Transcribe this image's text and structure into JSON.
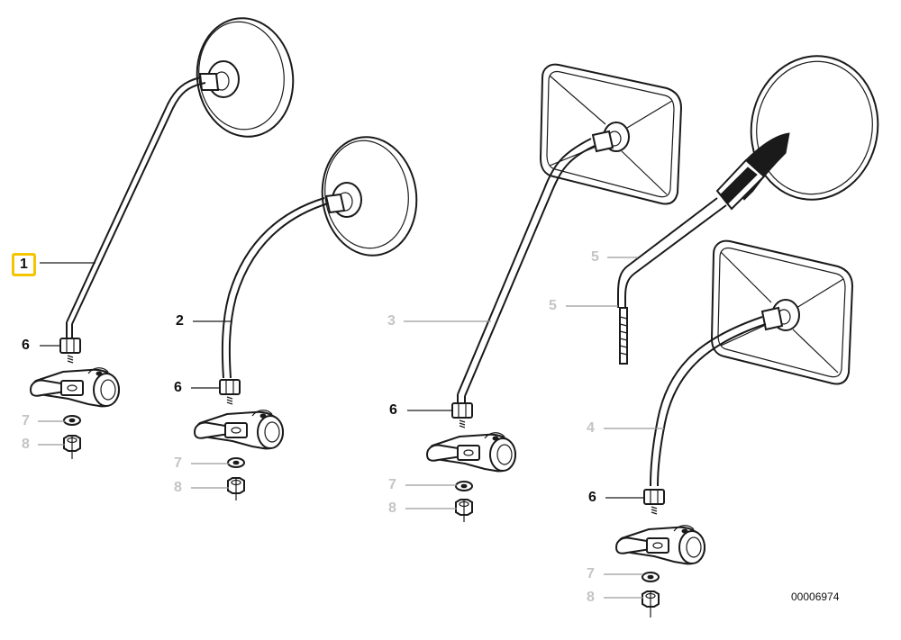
{
  "diagram_id": "00006974",
  "selected_part": "1",
  "callouts": [
    {
      "id": "c1",
      "label": "1",
      "state": "selected"
    },
    {
      "id": "c6a",
      "label": "6",
      "state": "active"
    },
    {
      "id": "c7a",
      "label": "7",
      "state": "inactive"
    },
    {
      "id": "c8a",
      "label": "8",
      "state": "inactive"
    },
    {
      "id": "c2",
      "label": "2",
      "state": "active"
    },
    {
      "id": "c6b",
      "label": "6",
      "state": "active"
    },
    {
      "id": "c7b",
      "label": "7",
      "state": "inactive"
    },
    {
      "id": "c8b",
      "label": "8",
      "state": "inactive"
    },
    {
      "id": "c3",
      "label": "3",
      "state": "inactive"
    },
    {
      "id": "c6c",
      "label": "6",
      "state": "active"
    },
    {
      "id": "c7c",
      "label": "7",
      "state": "inactive"
    },
    {
      "id": "c8c",
      "label": "8",
      "state": "inactive"
    },
    {
      "id": "c5a",
      "label": "5",
      "state": "inactive"
    },
    {
      "id": "c5b",
      "label": "5",
      "state": "inactive"
    },
    {
      "id": "c4",
      "label": "4",
      "state": "inactive"
    },
    {
      "id": "c6d",
      "label": "6",
      "state": "active"
    },
    {
      "id": "c7d",
      "label": "7",
      "state": "inactive"
    },
    {
      "id": "c8d",
      "label": "8",
      "state": "inactive"
    }
  ]
}
